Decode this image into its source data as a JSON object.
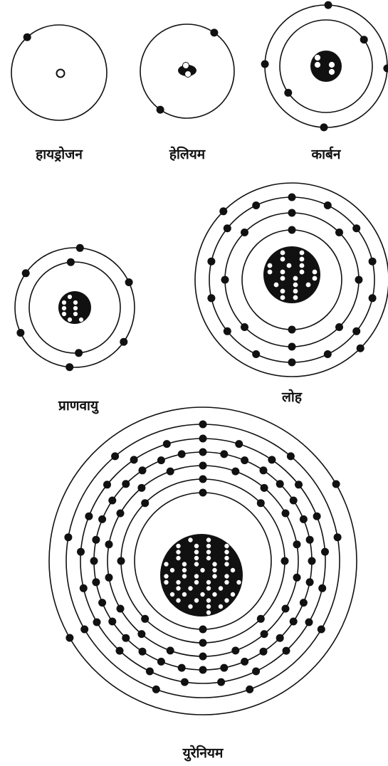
{
  "colors": {
    "ink": "#111111",
    "paper": "#ffffff"
  },
  "atoms": [
    {
      "id": "hydrogen",
      "label": "हायड्रोजन",
      "shells": 1
    },
    {
      "id": "helium",
      "label": "हेलियम",
      "shells": 1
    },
    {
      "id": "carbon",
      "label": "कार्बन",
      "shells": 2
    },
    {
      "id": "oxygen",
      "label": "प्राणवायु",
      "shells": 2
    },
    {
      "id": "iron",
      "label": "लोह",
      "shells": 4
    },
    {
      "id": "uranium",
      "label": "युरेनियम",
      "shells": 7
    }
  ]
}
